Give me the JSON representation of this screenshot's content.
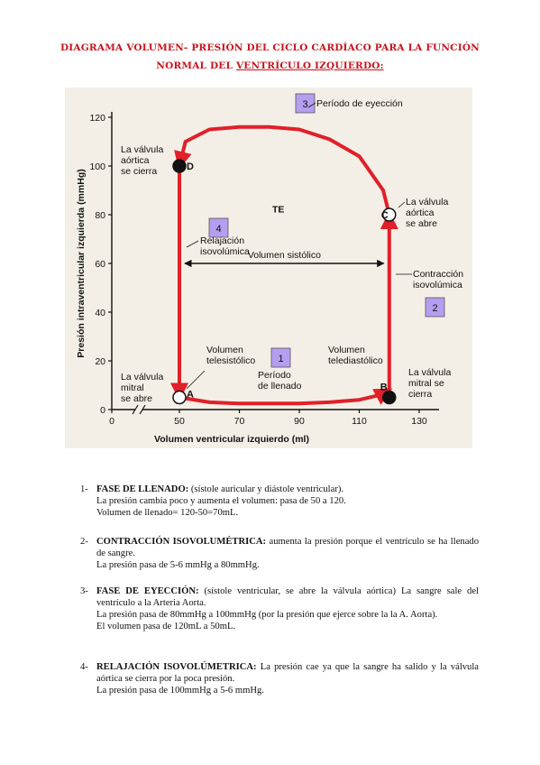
{
  "title": {
    "line1": "DIAGRAMA VOLUMEN- PRESIÓN DEL CICLO CARDÍACO PARA LA FUNCIÓN",
    "line2_a": "NORMAL DEL ",
    "line2_b": "VENTRÍCULO IZQUIERDO:"
  },
  "chart_data": {
    "type": "line",
    "xlabel": "Volumen ventricular izquierdo (ml)",
    "ylabel": "Presión intraventricular izquierda (mmHg)",
    "x_ticks": [
      0,
      50,
      70,
      90,
      110,
      130
    ],
    "y_ticks": [
      0,
      20,
      40,
      60,
      80,
      100,
      120
    ],
    "x_axis_break": true,
    "xlim": [
      0,
      132
    ],
    "ylim": [
      0,
      120
    ],
    "series": [
      {
        "x": [
          50,
          60,
          70,
          80,
          90,
          100,
          110,
          117,
          120,
          120,
          120,
          120,
          118,
          110,
          100,
          90,
          80,
          70,
          60,
          52,
          50,
          50,
          50,
          50
        ],
        "y": [
          5,
          3,
          2.5,
          2.5,
          2.5,
          3,
          4,
          6,
          8,
          30,
          60,
          80,
          90,
          104,
          111,
          115,
          116,
          116,
          115,
          110,
          100,
          60,
          30,
          5
        ]
      }
    ],
    "color": "#e0202a",
    "points": [
      {
        "letter": "A",
        "x": 50,
        "y": 5
      },
      {
        "letter": "B",
        "x": 120,
        "y": 5
      },
      {
        "letter": "C",
        "x": 120,
        "y": 80
      },
      {
        "letter": "D",
        "x": 50,
        "y": 100
      }
    ],
    "center_label": "TE",
    "stroke_volume": {
      "label": "Volumen sistólico",
      "from": 50,
      "to": 120,
      "y": 60
    },
    "phases": [
      {
        "number": "1",
        "label_lines": [
          "Período",
          "de llenado"
        ]
      },
      {
        "number": "2",
        "label_lines": [
          "Contracción",
          "isovolúmica"
        ]
      },
      {
        "number": "3",
        "label_lines": [
          "Período de eyección"
        ]
      },
      {
        "number": "4",
        "label_lines": [
          "Relajación",
          "isovolúmica"
        ]
      }
    ],
    "annotations": {
      "mitral_open": [
        "La válvula",
        "mitral",
        "se abre"
      ],
      "mitral_close": [
        "La válvula",
        "mitral se",
        "cierra"
      ],
      "aortic_open": [
        "La válvula",
        "aórtica",
        "se abre"
      ],
      "aortic_close": [
        "La válvula",
        "aórtica",
        "se cierra"
      ],
      "end_systolic": [
        "Volumen",
        "telesistólico"
      ],
      "end_diastolic": [
        "Volumen",
        "telediastólico"
      ]
    },
    "badge_color": "#b59ef0"
  },
  "items": [
    {
      "num": "1-",
      "heading": "FASE DE LLENADO:",
      "rest": " (sístole auricular y diástole ventricular).",
      "lines": [
        "La presión cambia poco y aumenta el volumen: pasa de 50 a 120.",
        "Volumen de llenado= 120-50=70mL."
      ]
    },
    {
      "num": "2-",
      "heading": "CONTRACCIÓN ISOVOLUMÉTRICA:",
      "rest": " aumenta la presión porque el ventrículo se ha llenado de sangre.",
      "lines": [
        "La presión pasa de 5-6 mmHg a 80mmHg."
      ]
    },
    {
      "num": "3-",
      "heading": "FASE DE EYECCIÓN:",
      "rest": " (sístole ventricular, se abre la válvula aórtica) La sangre sale del ventrículo a la Arteria Aorta.",
      "lines": [
        " La presión pasa de 80mmHg a 100mmHg (por la presión que ejerce sobre la la A. Aorta).",
        "El volumen pasa de 120mL a 50mL."
      ]
    },
    {
      "num": "4-",
      "heading": "RELAJACIÓN ISOVOLÚMETRICA:",
      "rest": " La presión cae ya que la sangre ha salido y la válvula aórtica se cierra por la poca presión.",
      "lines": [
        "La presión pasa de 100mmHg a 5-6 mmHg."
      ]
    }
  ]
}
